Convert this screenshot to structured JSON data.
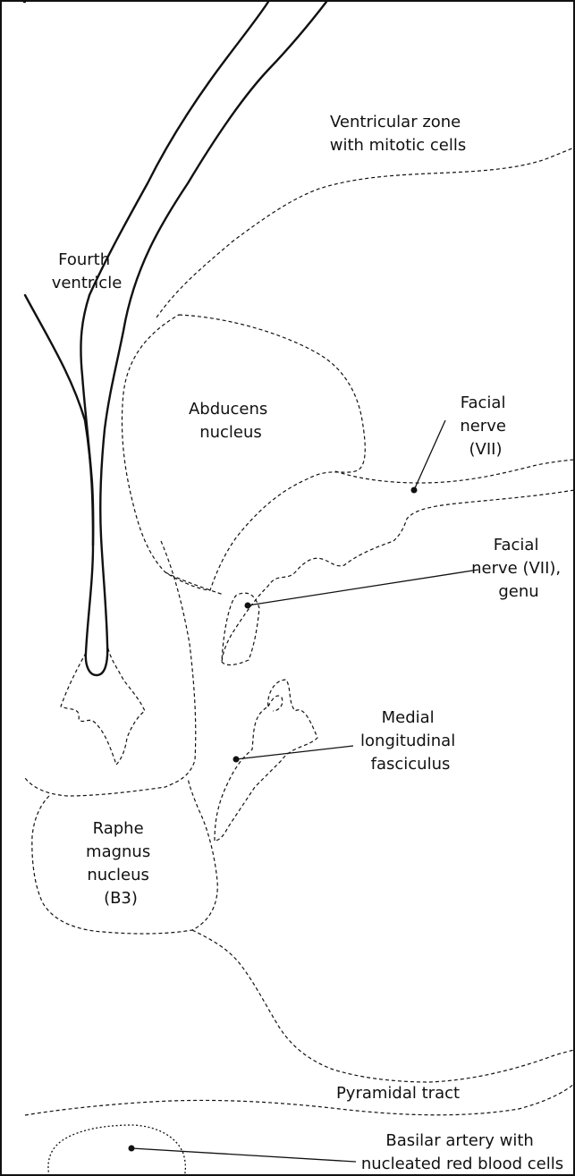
{
  "labels": {
    "ventricular_zone": [
      "Ventricular zone",
      "with mitotic cells"
    ],
    "fourth_ventricle": [
      "Fourth",
      "ventricle"
    ],
    "abducens_nucleus": [
      "Abducens",
      "nucleus"
    ],
    "facial_nerve": [
      "Facial",
      "nerve",
      "(VII)"
    ],
    "facial_nerve_genu": [
      "Facial",
      "nerve (VII),",
      "genu"
    ],
    "medial_longitudinal_fasciculus": [
      "Medial",
      "longitudinal",
      "fasciculus"
    ],
    "raphe_magnus_nucleus": [
      "Raphe",
      "magnus",
      "nucleus",
      "(B3)"
    ],
    "pyramidal_tract": [
      "Pyramidal tract"
    ],
    "basilar_artery": [
      "Basilar artery with",
      "nucleated red blood cells"
    ]
  }
}
